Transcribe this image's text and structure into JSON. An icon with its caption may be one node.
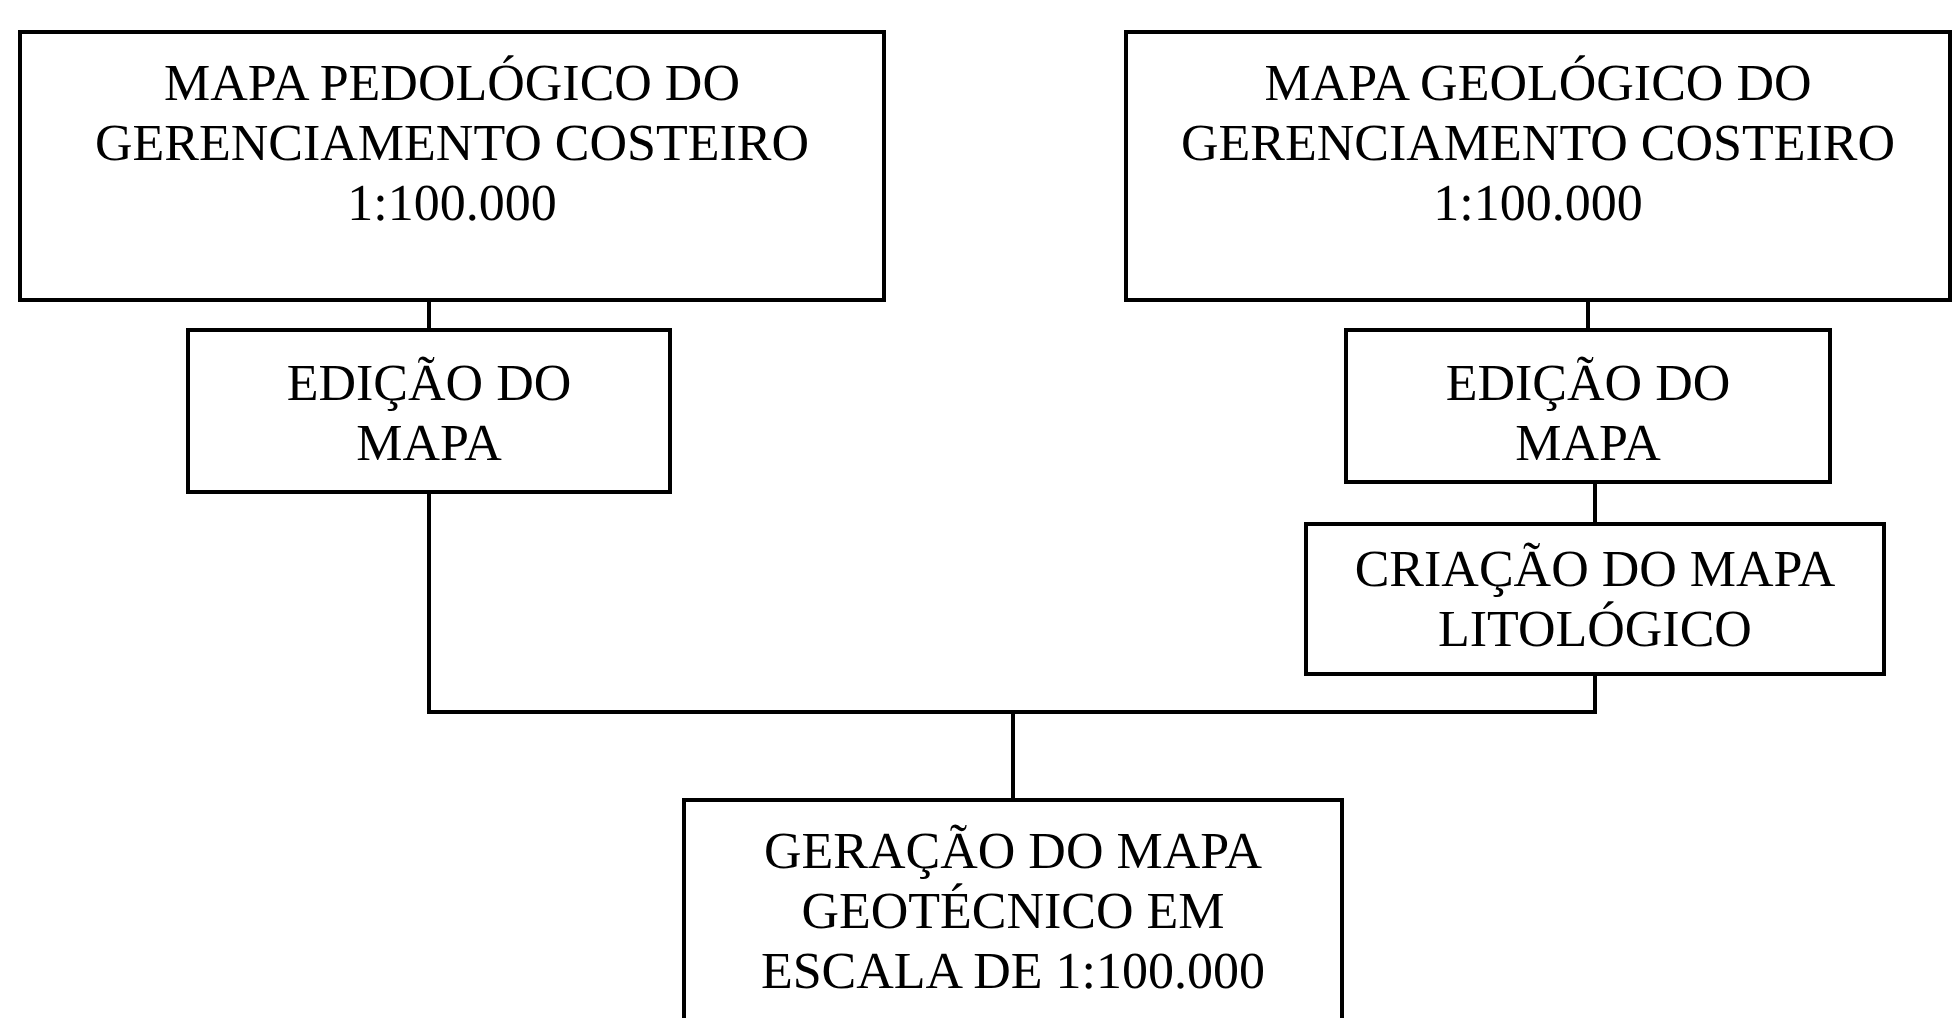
{
  "diagram": {
    "nodes": [
      {
        "text": [
          "MAPA PEDOLÓGICO DO GERENCIAMENTO COSTEIRO 1:100.000"
        ]
      },
      {
        "text": [
          "MAPA GEOLÓGICO DO GERENCIAMENTO COSTEIRO 1:100.000"
        ]
      },
      {
        "text": [
          "EDIÇÃO DO MAPA"
        ]
      },
      {
        "text": [
          "EDIÇÃO DO MAPA"
        ]
      },
      {
        "text": [
          "CRIAÇÃO DO MAPA LITOLÓGICO"
        ]
      },
      {
        "text": [
          "GERAÇÃO DO MAPA GEOTÉCNICO EM ESCALA DE 1:100.000"
        ]
      }
    ],
    "edges": [
      {
        "from": 0,
        "to": 2,
        "arrow": "none"
      },
      {
        "from": 1,
        "to": 3,
        "arrow": "none"
      },
      {
        "from": 3,
        "to": 4,
        "arrow": "none"
      },
      {
        "from": 2,
        "to": 5,
        "arrow": "none"
      },
      {
        "from": 4,
        "to": 5,
        "arrow": "none"
      }
    ]
  }
}
